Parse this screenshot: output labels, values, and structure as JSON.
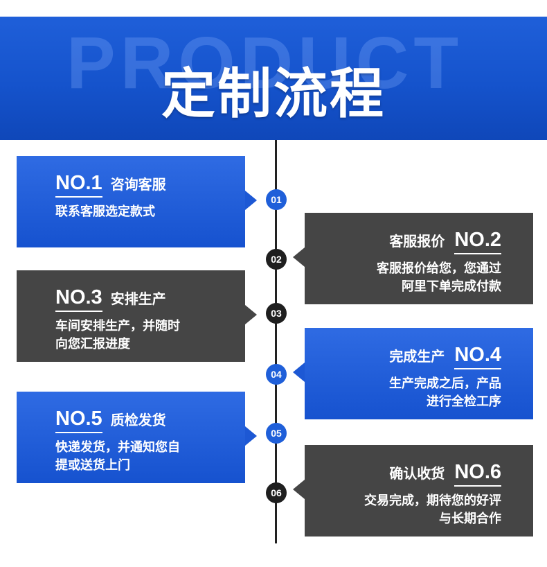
{
  "header": {
    "bg_text": "PRODUCT",
    "title": "定制流程",
    "color": "#1553cc"
  },
  "steps": [
    {
      "marker": "01",
      "no": "NO.1",
      "title": "咨询客服",
      "desc": "联系客服选定款式",
      "theme": "blue"
    },
    {
      "marker": "02",
      "no": "NO.2",
      "title": "客服报价",
      "desc": "客服报价给您，您通过\n阿里下单完成付款",
      "theme": "dark"
    },
    {
      "marker": "03",
      "no": "NO.3",
      "title": "安排生产",
      "desc": "车间安排生产，并随时\n向您汇报进度",
      "theme": "dark"
    },
    {
      "marker": "04",
      "no": "NO.4",
      "title": "完成生产",
      "desc": "生产完成之后，产品\n进行全检工序",
      "theme": "blue"
    },
    {
      "marker": "05",
      "no": "NO.5",
      "title": "质检发货",
      "desc": "快递发货，并通知您自\n提或送货上门",
      "theme": "blue"
    },
    {
      "marker": "06",
      "no": "NO.6",
      "title": "确认收货",
      "desc": "交易完成，期待您的好评\n与长期合作",
      "theme": "dark"
    }
  ],
  "colors": {
    "blue": "#1f5fd9",
    "dark": "#454545",
    "line": "#222222"
  }
}
